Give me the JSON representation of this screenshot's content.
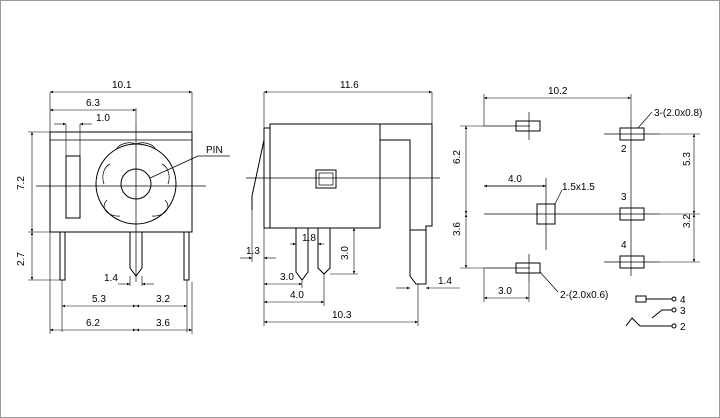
{
  "front_view": {
    "dim_total_width": "10.1",
    "dim_width_63": "6.3",
    "dim_width_10": "1.0",
    "dim_height_72": "7.2",
    "dim_height_27": "2.7",
    "dim_pin_14": "1.4",
    "dim_53": "5.3",
    "dim_32": "3.2",
    "dim_62": "6.2",
    "dim_36": "3.6",
    "pin_label": "PIN"
  },
  "side_view": {
    "dim_total_width": "11.6",
    "dim_13": "1.3",
    "dim_18": "1.8",
    "dim_30_h": "3.0",
    "dim_30": "3.0",
    "dim_40": "4.0",
    "dim_103": "10.3",
    "dim_14": "1.4"
  },
  "footprint": {
    "dim_total_width": "10.2",
    "dim_62": "6.2",
    "dim_36": "3.6",
    "dim_40": "4.0",
    "dim_53": "5.3",
    "dim_32": "3.2",
    "dim_30": "3.0",
    "label_pad_3": "3-(2.0x0.8)",
    "label_square": "1.5x1.5",
    "label_pad_2": "2-(2.0x0.6)",
    "pin_num_2": "2",
    "pin_num_3": "3",
    "pin_num_4": "4"
  },
  "schematic": {
    "pin_4": "4",
    "pin_3": "3",
    "pin_2": "2"
  }
}
